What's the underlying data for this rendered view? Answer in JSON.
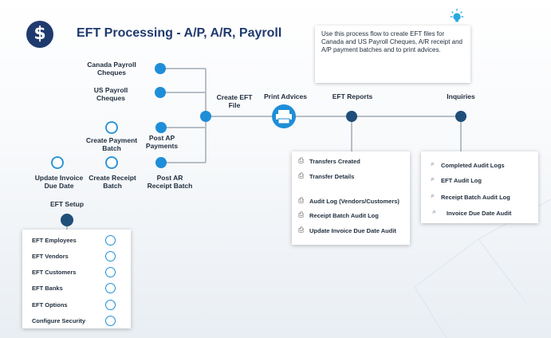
{
  "header": {
    "logo_symbol": "$",
    "title": "EFT Processing - A/P, A/R, Payroll",
    "info_text": "Use this process flow to create EFT files for Canada and US Payroll Cheques, A/R receipt and A/P payment batches and to print advices.",
    "bulb_icon": "lightbulb-icon"
  },
  "nodes": {
    "canada_payroll": "Canada Payroll\nCheques",
    "us_payroll": "US Payroll\nCheques",
    "create_payment_batch": "Create Payment\nBatch",
    "post_ap_payments": "Post AP\nPayments",
    "update_invoice_due_date": "Update Invoice\nDue Date",
    "create_receipt_batch": "Create Receipt\nBatch",
    "post_ar_receipt_batch": "Post  AR\nReceipt Batch",
    "create_eft_file": "Create EFT\nFile",
    "print_advices": "Print Advices",
    "eft_reports": "EFT Reports",
    "inquiries": "Inquiries",
    "eft_setup": "EFT Setup"
  },
  "setup_items": [
    "EFT Employees",
    "EFT Vendors",
    "EFT Customers",
    "EFT Banks",
    "EFT Options",
    "Configure Security"
  ],
  "report_items": [
    "Transfers Created",
    "Transfer Details",
    "Audit Log (Vendors/Customers)",
    "Receipt Batch Audit Log",
    "Update Invoice Due Date Audit"
  ],
  "inquiry_items": [
    "Completed Audit Logs",
    "EFT Audit Log",
    "Receipt Batch Audit Log",
    "Invoice Due Date Audit"
  ],
  "colors": {
    "accent_blue": "#1f8ed8",
    "dark_node": "#1f4e79",
    "title_navy": "#1f3a6e",
    "line_gray": "#b0b7bf",
    "lightbulb": "#29a8e0"
  }
}
